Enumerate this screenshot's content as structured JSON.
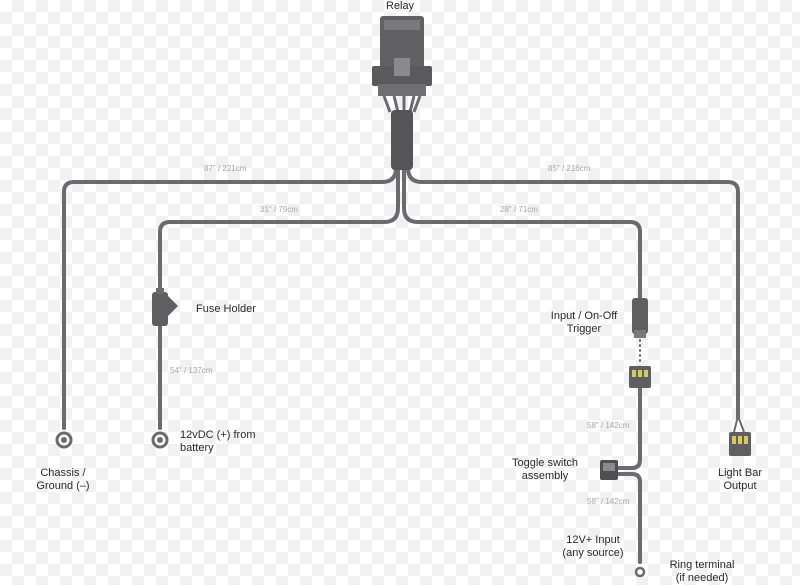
{
  "labels": {
    "relay": "Relay",
    "fuse_holder": "Fuse Holder",
    "chassis_ground": [
      "Chassis /",
      "Ground (–)"
    ],
    "battery": [
      "12vDC (+) from",
      "battery"
    ],
    "input_trigger": [
      "Input / On-Off",
      "Trigger"
    ],
    "toggle_switch": [
      "Toggle switch",
      "assembly"
    ],
    "input_12v": [
      "12V+ Input",
      "(any source)"
    ],
    "ring_terminal": [
      "Ring terminal",
      "(if needed)"
    ],
    "light_bar_output": [
      "Light Bar",
      "Output"
    ]
  },
  "measurements": {
    "ground_wire": "87\" / 221cm",
    "battery_upper": "31\" / 79cm",
    "battery_lower": "54\" / 137cm",
    "trigger_wire": "28\" / 71cm",
    "light_bar_wire": "85\" / 216cm",
    "toggle_upper": "58\" / 142cm",
    "toggle_lower": "58\" / 142cm"
  },
  "colors": {
    "wire": "#6b6b6e",
    "component": "#5f5f62",
    "component_light": "#8a8a8d",
    "connector_accent": "#d6c85a",
    "text": "#2b2b2b",
    "measure_text": "#a6a6a6"
  }
}
